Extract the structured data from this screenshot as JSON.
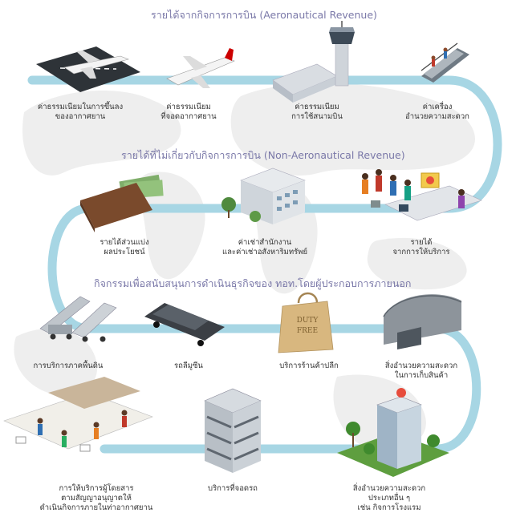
{
  "sections": [
    {
      "title": "รายได้จากกิจการการบิน (Aeronautical Revenue)",
      "items": [
        "ค่าธรรมเนียมในการขึ้นลง\nของอากาศยาน",
        "ค่าธรรมเนียม\nที่จอดอากาศยาน",
        "ค่าธรรมเนียม\nการใช้สนามบิน",
        "ค่าเครื่อง\nอำนวยความสะดวก"
      ]
    },
    {
      "title": "รายได้ที่ไม่เกี่ยวกับกิจการการบิน (Non-Aeronautical Revenue)",
      "items": [
        "รายได้ส่วนแบ่ง\nผลประโยชน์",
        "ค่าเช่าสำนักงาน\nและค่าเช่าอสังหาริมทรัพย์",
        "รายได้\nจากการให้บริการ"
      ]
    },
    {
      "title": "กิจกรรมเพื่อสนับสนุนการดำเนินธุรกิจของ ทอท.โดยผู้ประกอบการภายนอก",
      "items": [
        "การบริการภาคพื้นดิน",
        "รถลีมูซีน",
        "บริการร้านค้าปลีก",
        "สิ่งอำนวยความสะดวก\nในการเก็บสินค้า",
        "การให้บริการผู้โดยสาร\nตามสัญญาอนุญาตให้\nดำเนินกิจการภายในท่าอากาศยาน",
        "บริการที่จอดรถ",
        "สิ่งอำนวยความสะดวก\nประเภทอื่น ๆ\nเช่น กิจการโรงแรม"
      ]
    }
  ],
  "bag_text": [
    "DUTY",
    "FREE"
  ],
  "colors": {
    "path": "#a7d6e4",
    "header": "#7a78a8",
    "map": "#eeeeee"
  }
}
